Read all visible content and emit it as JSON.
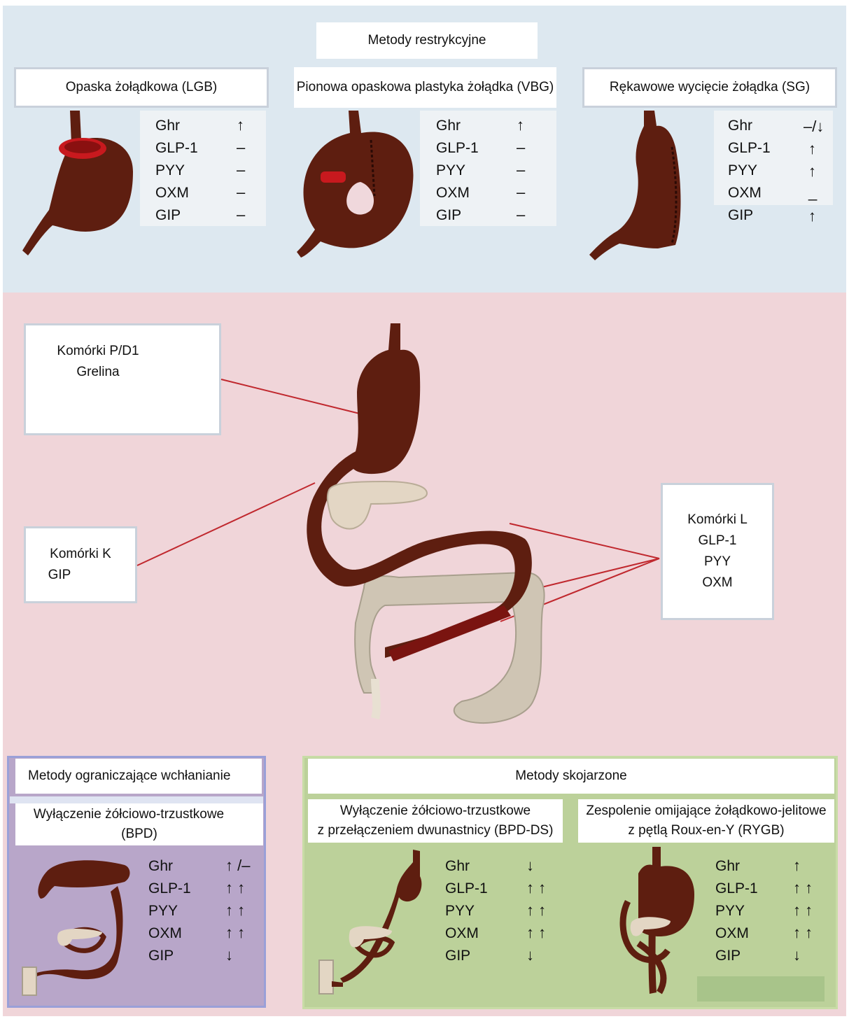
{
  "restrictive": {
    "title": "Metody restrykcyjne",
    "procedures": [
      {
        "name": "Opaska żołądkowa (LGB)",
        "hormones": [
          "Ghr",
          "GLP-1",
          "PYY",
          "OXM",
          "GIP"
        ],
        "effects": [
          "↑",
          "–",
          "–",
          "–",
          "–"
        ]
      },
      {
        "name": "Pionowa opaskowa plastyka żołądka (VBG)",
        "hormones": [
          "Ghr",
          "GLP-1",
          "PYY",
          "OXM",
          "GIP"
        ],
        "effects": [
          "↑",
          "–",
          "–",
          "–",
          "–"
        ]
      },
      {
        "name": "Rękawowe wycięcie żołądka (SG)",
        "hormones": [
          "Ghr",
          "GLP-1",
          "PYY",
          "OXM",
          "GIP"
        ],
        "effects": [
          "–/↓",
          "↑",
          "↑",
          "_",
          "↑"
        ]
      }
    ]
  },
  "cells": {
    "pd1": {
      "line1": "Komórki P/D1",
      "line2": "Grelina"
    },
    "k": {
      "line1": "Komórki K",
      "line2": "GIP"
    },
    "l": {
      "line1": "Komórki L",
      "line2": "GLP-1",
      "line3": "PYY",
      "line4": "OXM"
    }
  },
  "malabsorptive": {
    "title": "Metody ograniczające wchłanianie",
    "procedure": {
      "name_line1": "Wyłączenie żółciowo-trzustkowe",
      "name_line2": "(BPD)",
      "hormones": [
        "Ghr",
        "GLP-1",
        "PYY",
        "OXM",
        "GIP"
      ],
      "effects": [
        "↑ /–",
        "↑ ↑",
        "↑ ↑",
        "↑ ↑",
        "↓"
      ]
    }
  },
  "combined": {
    "title": "Metody skojarzone",
    "procedures": [
      {
        "name_line1": "Wyłączenie żółciowo-trzustkowe",
        "name_line2": "z przełączeniem dwunastnicy (BPD-DS)",
        "hormones": [
          "Ghr",
          "GLP-1",
          "PYY",
          "OXM",
          "GIP"
        ],
        "effects": [
          "↓",
          "↑ ↑",
          "↑ ↑",
          "↑ ↑",
          "↓"
        ]
      },
      {
        "name_line1": "Zespolenie omijające żołądkowo-jelitowe",
        "name_line2": "z pętlą Roux-en-Y (RYGB)",
        "hormones": [
          "Ghr",
          "GLP-1",
          "PYY",
          "OXM",
          "GIP"
        ],
        "effects": [
          "↑",
          "↑ ↑",
          "↑ ↑",
          "↑ ↑",
          "↓"
        ]
      }
    ]
  },
  "colors": {
    "stomach": "#5e1e10",
    "band": "#c8191e",
    "pancreas": "#e3d6c4",
    "colon": "#cfc5b4",
    "leader": "#c0282e"
  }
}
